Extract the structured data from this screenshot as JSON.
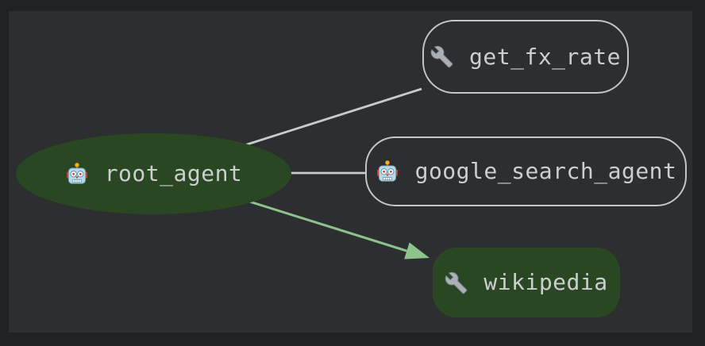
{
  "colors": {
    "frame_bg": "#202122",
    "canvas_bg": "#2c2e2f",
    "node_fill": "#2a4723",
    "node_border": "#c4c6c7",
    "edge_gray": "#c9cacb",
    "edge_green": "#8dc48e",
    "label_text": "#cccecf"
  },
  "graph": {
    "nodes": [
      {
        "id": "root_agent",
        "label": "root_agent",
        "kind": "agent",
        "icon": "robot-icon",
        "shape": "ellipse",
        "fill": "#2a4723"
      },
      {
        "id": "get_fx_rate",
        "label": "get_fx_rate",
        "kind": "tool",
        "icon": "wrench-icon",
        "shape": "rounded-outline",
        "fill": "none"
      },
      {
        "id": "google_search_agent",
        "label": "google_search_agent",
        "kind": "agent",
        "icon": "robot-icon",
        "shape": "rounded-outline",
        "fill": "none"
      },
      {
        "id": "wikipedia",
        "label": "wikipedia",
        "kind": "tool",
        "icon": "wrench-icon",
        "shape": "rounded-filled",
        "fill": "#2a4723",
        "highlighted": true
      }
    ],
    "edges": [
      {
        "from": "root_agent",
        "to": "get_fx_rate",
        "style": "plain",
        "color": "#c9cacb"
      },
      {
        "from": "root_agent",
        "to": "google_search_agent",
        "style": "plain",
        "color": "#c9cacb"
      },
      {
        "from": "root_agent",
        "to": "wikipedia",
        "style": "arrow",
        "color": "#8dc48e",
        "highlighted": true
      }
    ]
  }
}
